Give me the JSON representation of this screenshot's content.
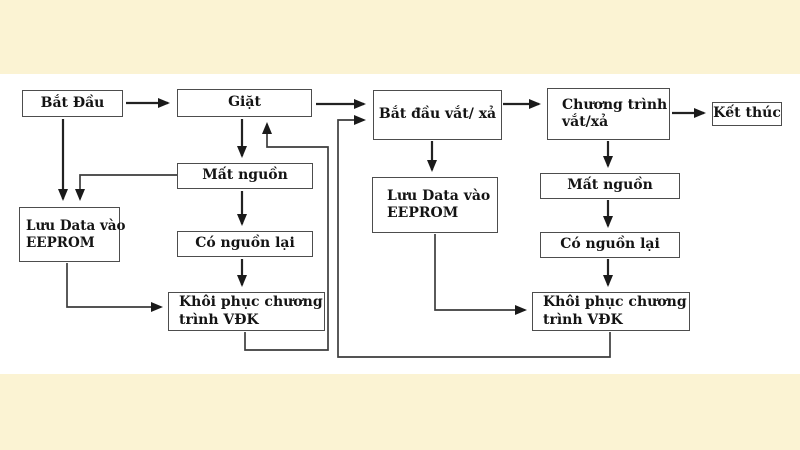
{
  "diagram": {
    "background_color": "#FBF3D3",
    "panel_color": "#FFFFFF",
    "line_color": "#3d3d3d",
    "text_color": "#141414",
    "nodes": {
      "bat_dau": {
        "label": "Bắt Đầu"
      },
      "giat": {
        "label": "Giặt"
      },
      "bat_dau_vat_xa": {
        "label": "Bắt đầu vắt/ xả"
      },
      "chuong_trinh_vat_xa": {
        "lines": [
          "Chương trình",
          "vắt/xả"
        ]
      },
      "ket_thuc": {
        "label": "Kết thúc"
      },
      "mat_nguon_1": {
        "label": "Mất nguồn"
      },
      "luu_data_1": {
        "lines": [
          "Lưu Data vào",
          "EEPROM"
        ]
      },
      "co_nguon_lai_1": {
        "label": "Có nguồn lại"
      },
      "khoi_phuc_1": {
        "lines": [
          "Khôi phục chương",
          "trình VĐK"
        ]
      },
      "luu_data_2": {
        "lines": [
          "Lưu Data vào",
          "EEPROM"
        ]
      },
      "mat_nguon_2": {
        "label": "Mất nguồn"
      },
      "co_nguon_lai_2": {
        "label": "Có nguồn lại"
      },
      "khoi_phuc_2": {
        "lines": [
          "Khôi phục chương",
          "trình VĐK"
        ]
      }
    },
    "edges": [
      {
        "from": "bat_dau",
        "to": "giat"
      },
      {
        "from": "bat_dau",
        "to": "luu_data_1"
      },
      {
        "from": "giat",
        "to": "bat_dau_vat_xa"
      },
      {
        "from": "giat",
        "to": "mat_nguon_1"
      },
      {
        "from": "mat_nguon_1",
        "to": "luu_data_1"
      },
      {
        "from": "mat_nguon_1",
        "to": "co_nguon_lai_1"
      },
      {
        "from": "co_nguon_lai_1",
        "to": "khoi_phuc_1"
      },
      {
        "from": "luu_data_1",
        "to": "khoi_phuc_1"
      },
      {
        "from": "khoi_phuc_1",
        "to": "giat"
      },
      {
        "from": "bat_dau_vat_xa",
        "to": "chuong_trinh_vat_xa"
      },
      {
        "from": "bat_dau_vat_xa",
        "to": "luu_data_2"
      },
      {
        "from": "chuong_trinh_vat_xa",
        "to": "ket_thuc"
      },
      {
        "from": "chuong_trinh_vat_xa",
        "to": "mat_nguon_2"
      },
      {
        "from": "mat_nguon_2",
        "to": "co_nguon_lai_2"
      },
      {
        "from": "co_nguon_lai_2",
        "to": "khoi_phuc_2"
      },
      {
        "from": "luu_data_2",
        "to": "khoi_phuc_2"
      },
      {
        "from": "khoi_phuc_2",
        "to": "bat_dau_vat_xa"
      }
    ]
  }
}
